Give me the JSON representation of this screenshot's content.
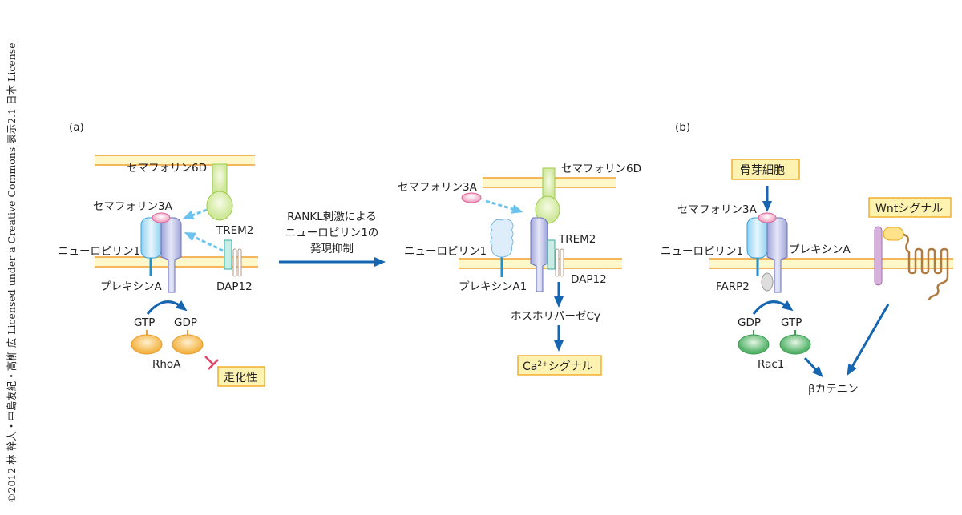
{
  "copyright": "©2012 林 幹人・中島友紀・高柳 広 Licensed under a Creative Commons 表示2.1 日本 License",
  "panel_a": {
    "label": "(a)",
    "before": {
      "sema6d": "セマフォリン6D",
      "sema3a": "セマフォリン3A",
      "trem2": "TREM2",
      "neuropilin1": "ニューロピリン1",
      "plexinA": "プレキシンA",
      "dap12": "DAP12",
      "gtp": "GTP",
      "gdp": "GDP",
      "rhoa": "RhoA",
      "result": "走化性"
    },
    "transition": [
      "RANKL刺激による",
      "ニューロピリン1の",
      "発現抑制"
    ],
    "after": {
      "sema6d": "セマフォリン6D",
      "sema3a": "セマフォリン3A",
      "trem2": "TREM2",
      "neuropilin1": "ニューロピリン1",
      "plexinA1": "プレキシンA1",
      "dap12": "DAP12",
      "plc": "ホスホリパーゼCγ",
      "result_ca": "Ca",
      "result_sup": "2+",
      "result_rest": "シグナル"
    }
  },
  "panel_b": {
    "label": "(b)",
    "source": "骨芽細胞",
    "sema3a": "セマフォリン3A",
    "neuropilin1": "ニューロピリン1",
    "plexinA": "プレキシンA",
    "farp2": "FARP2",
    "gdp": "GDP",
    "gtp": "GTP",
    "rac1": "Rac1",
    "wnt": "Wntシグナル",
    "beta_catenin": "βカテニン"
  },
  "colors": {
    "membrane_fill": "#fdf7c9",
    "membrane_line": "#f0a030",
    "arrow": "#1565b0",
    "dashed_arrow": "#6cc4ee",
    "inhibit": "#e0446a",
    "box_fill": "#fdf2b0",
    "box_border": "#f0b030"
  }
}
